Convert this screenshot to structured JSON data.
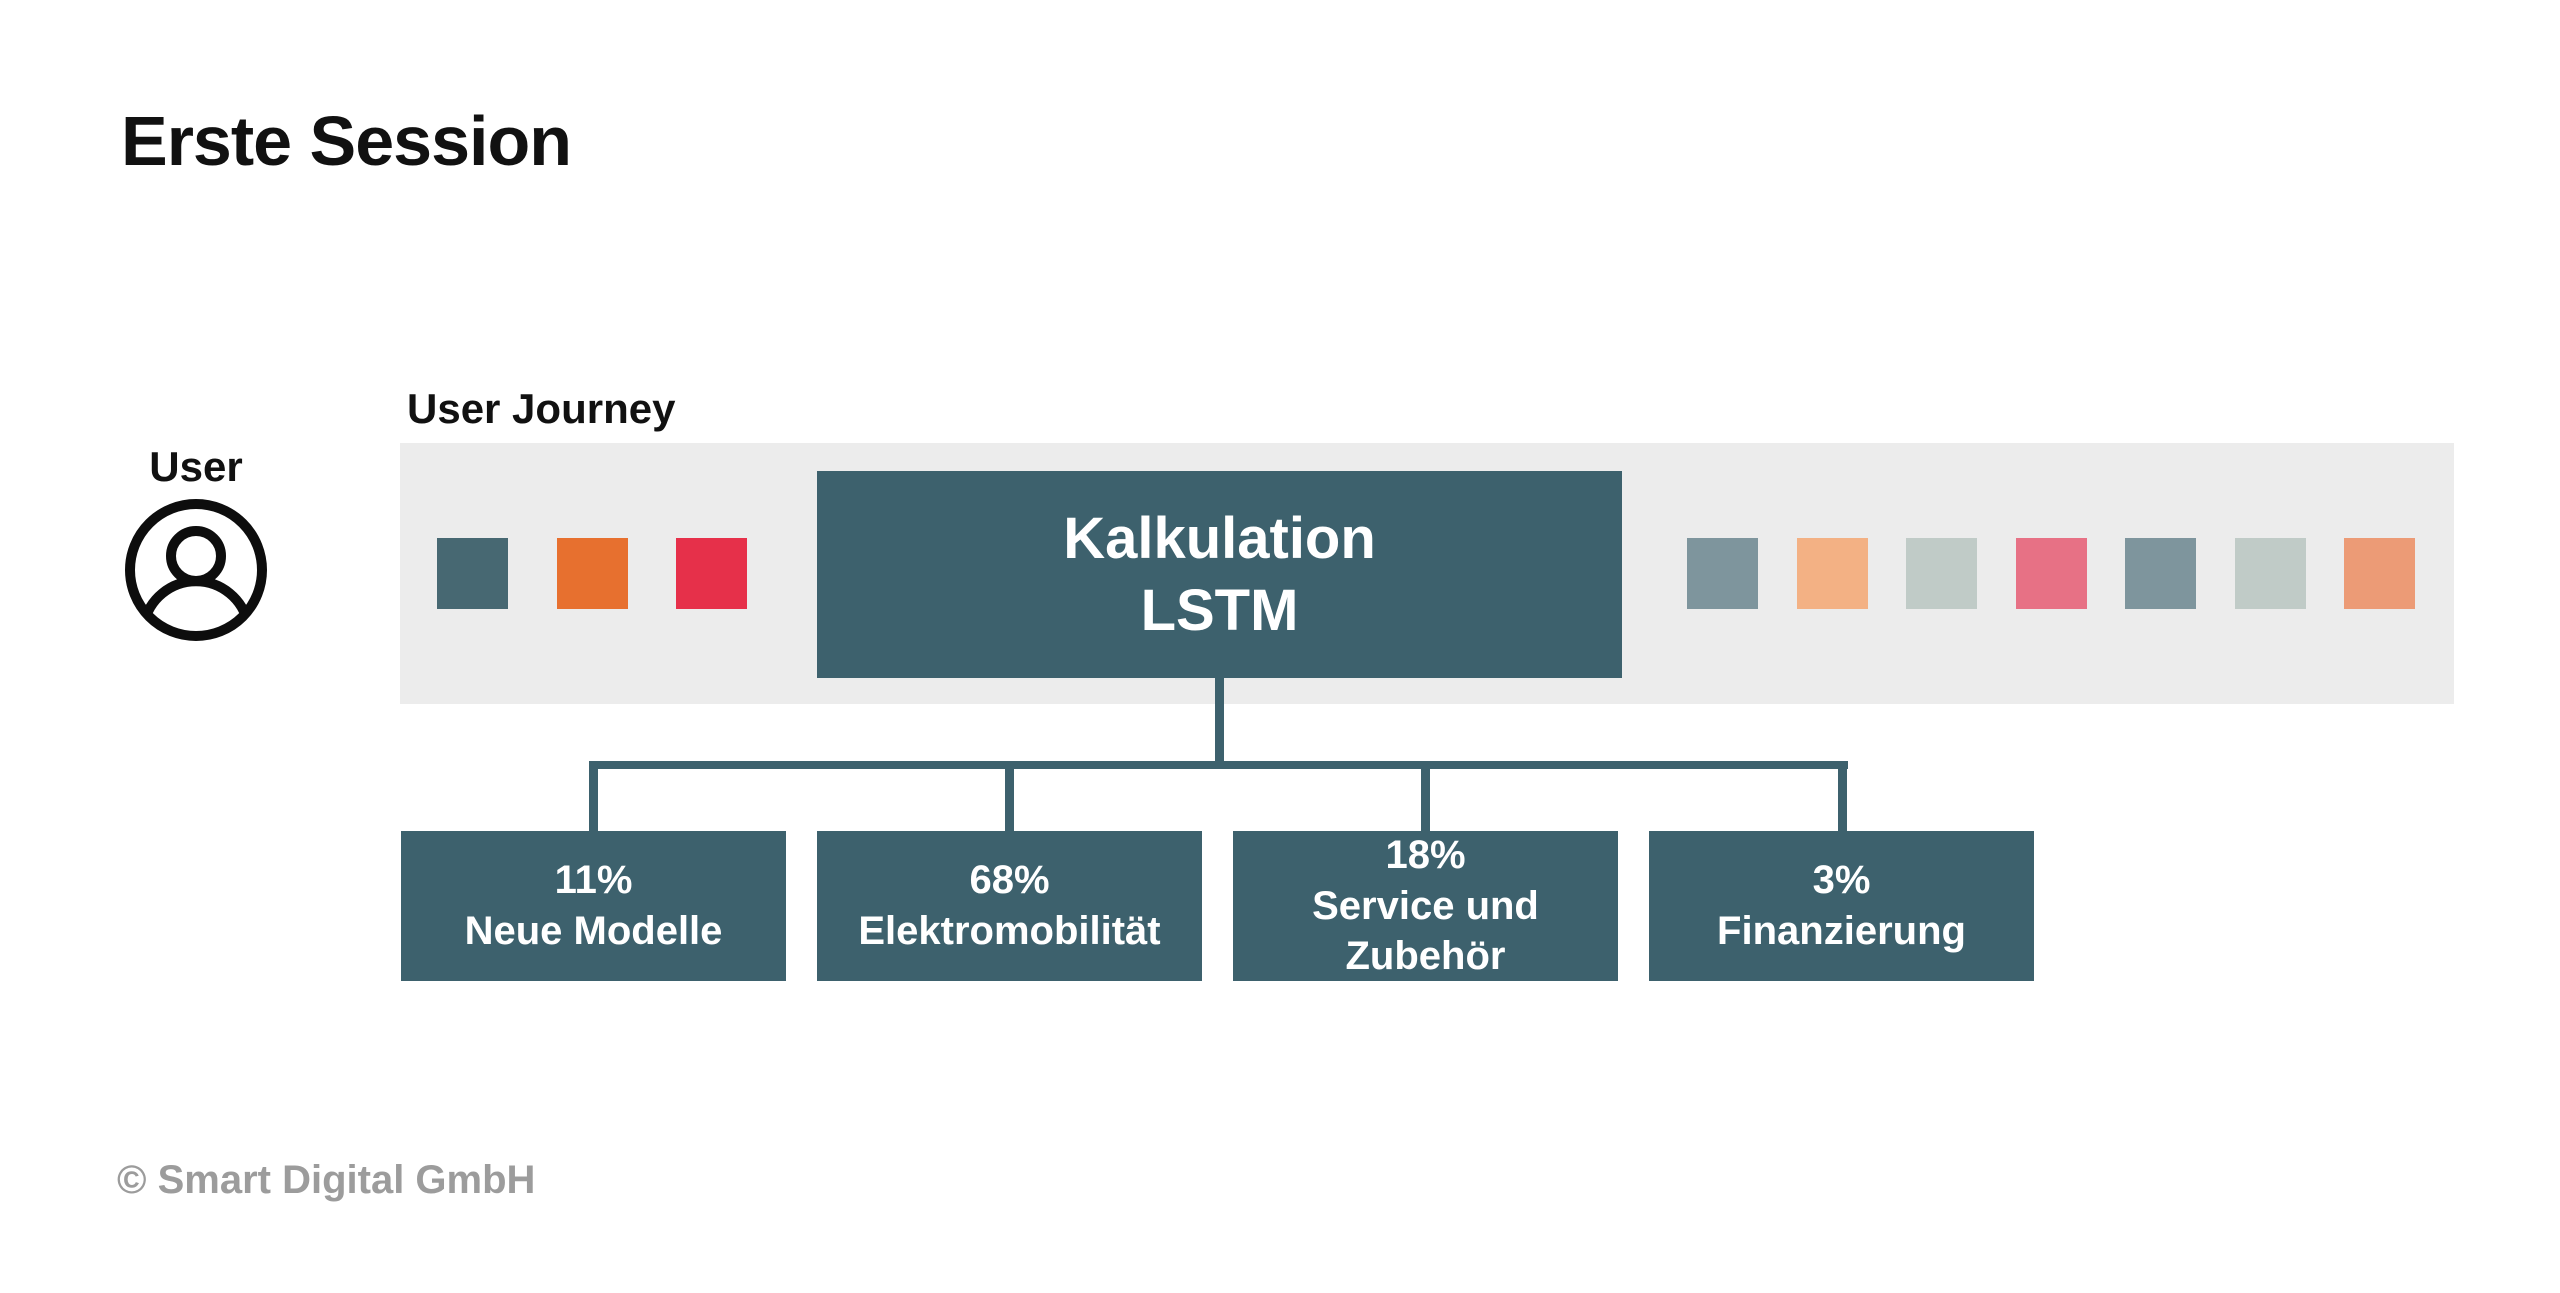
{
  "slide": {
    "title": "Erste Session",
    "footer": "© Smart Digital GmbH",
    "background_color": "#ffffff"
  },
  "user": {
    "label": "User",
    "icon": "user-circle-icon",
    "icon_color": "#0d0d0d"
  },
  "journey": {
    "label": "User Journey",
    "band_color": "#ececec",
    "left_steps": [
      {
        "name": "step-1",
        "color": "#476872"
      },
      {
        "name": "step-2",
        "color": "#e7702f"
      },
      {
        "name": "step-3",
        "color": "#e6304a"
      }
    ],
    "main_node": {
      "line1": "Kalkulation",
      "line2": "LSTM",
      "color": "#3d616d",
      "text_color": "#ffffff"
    },
    "right_steps": [
      {
        "name": "step-4",
        "color": "#7e959d"
      },
      {
        "name": "step-5",
        "color": "#f3b184"
      },
      {
        "name": "step-6",
        "color": "#c0cbc7"
      },
      {
        "name": "step-7",
        "color": "#e77185"
      },
      {
        "name": "step-8",
        "color": "#7e959d"
      },
      {
        "name": "step-9",
        "color": "#c0cbc7"
      },
      {
        "name": "step-10",
        "color": "#ec9b76"
      }
    ]
  },
  "breakdown": {
    "connector_color": "#3d616d",
    "node_color": "#3d616d",
    "items": [
      {
        "percent": "11%",
        "label": "Neue Modelle"
      },
      {
        "percent": "68%",
        "label": "Elektromobilität"
      },
      {
        "percent": "18%",
        "label": "Service und Zubehör"
      },
      {
        "percent": "3%",
        "label": "Finanzierung"
      }
    ]
  }
}
